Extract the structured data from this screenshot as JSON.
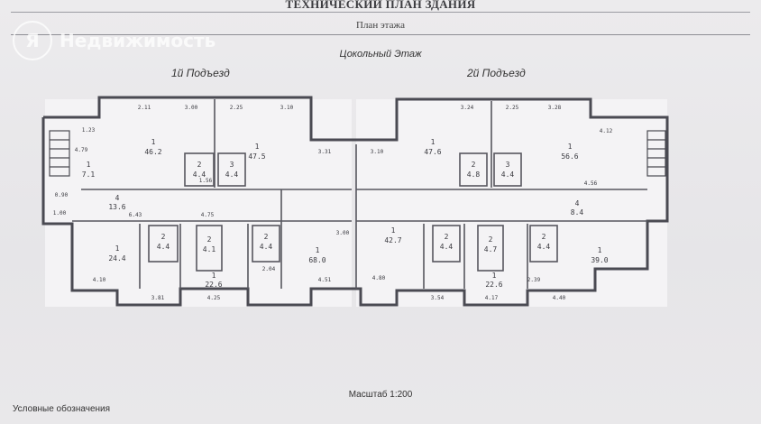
{
  "header": {
    "title": "ТЕХНИЧЕСКИЙ ПЛАН ЗДАНИЯ",
    "subtitle": "План этажа",
    "floor": "Цокольный Этаж"
  },
  "watermark": {
    "logo": "Я",
    "text": "Недвижимость"
  },
  "entrances": [
    "1й Подъезд",
    "2й Подъезд"
  ],
  "footer": {
    "scale": "Масштаб 1:200",
    "legend": "Условные обозначения"
  },
  "colors": {
    "wall": "#4a4a52",
    "plan_bg": "#f4f3f5",
    "watermark": "#ffffff"
  },
  "rooms": [
    {
      "no": "1",
      "area": "46.2"
    },
    {
      "no": "1",
      "area": "47.5"
    },
    {
      "no": "2",
      "area": "4.4"
    },
    {
      "no": "3",
      "area": "4.4"
    },
    {
      "no": "1",
      "area": "7.1"
    },
    {
      "no": "4",
      "area": "13.6"
    },
    {
      "no": "1",
      "area": "24.4"
    },
    {
      "no": "2",
      "area": "4.4"
    },
    {
      "no": "1",
      "area": "22.6"
    },
    {
      "no": "2",
      "area": "4.1"
    },
    {
      "no": "2",
      "area": "4.4"
    },
    {
      "no": "1",
      "area": "68.0"
    },
    {
      "no": "1",
      "area": "47.6"
    },
    {
      "no": "2",
      "area": "4.8"
    },
    {
      "no": "3",
      "area": "4.4"
    },
    {
      "no": "1",
      "area": "56.6"
    },
    {
      "no": "1",
      "area": "42.7"
    },
    {
      "no": "2",
      "area": "4.4"
    },
    {
      "no": "2",
      "area": "4.7"
    },
    {
      "no": "1",
      "area": "22.6"
    },
    {
      "no": "2",
      "area": "4.4"
    },
    {
      "no": "1",
      "area": "39.0"
    },
    {
      "no": "4",
      "area": "8.4"
    }
  ],
  "dimensions": [
    "2.11",
    "3.00",
    "2.25",
    "3.10",
    "3.24",
    "2.25",
    "3.28",
    "4.79",
    "1.23",
    "3.31",
    "3.10",
    "4.56",
    "6.43",
    "4.75",
    "1.56",
    "3.00",
    "2.04",
    "4.10",
    "4.80",
    "2.39",
    "4.25",
    "4.40",
    "3.54",
    "4.17",
    "3.81",
    "4.51",
    "4.12",
    "0.90",
    "1.00"
  ]
}
